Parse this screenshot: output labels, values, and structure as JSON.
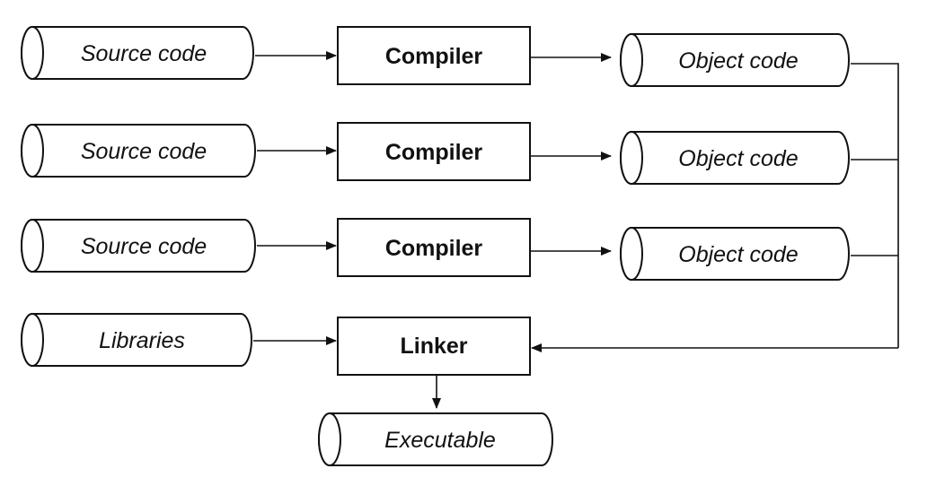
{
  "diagram": {
    "rows": [
      {
        "source": "Source code",
        "process": "Compiler",
        "output": "Object code"
      },
      {
        "source": "Source code",
        "process": "Compiler",
        "output": "Object code"
      },
      {
        "source": "Source code",
        "process": "Compiler",
        "output": "Object code"
      }
    ],
    "libraries": "Libraries",
    "linker": "Linker",
    "executable": "Executable"
  }
}
